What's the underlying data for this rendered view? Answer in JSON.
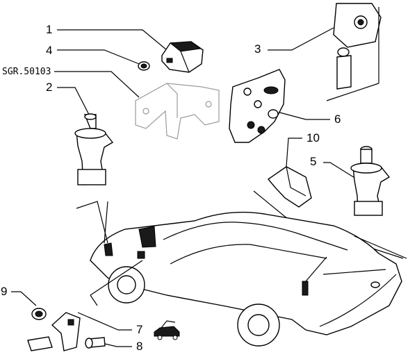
{
  "labels": {
    "p1": "1",
    "p2": "2",
    "p3": "3",
    "p4": "4",
    "p5": "5",
    "p6": "6",
    "p7": "7",
    "p8": "8",
    "p9": "9",
    "p10": "10",
    "ref": "SGR.50103"
  },
  "icons": {
    "car_symbol": "car-hood-open-icon"
  }
}
